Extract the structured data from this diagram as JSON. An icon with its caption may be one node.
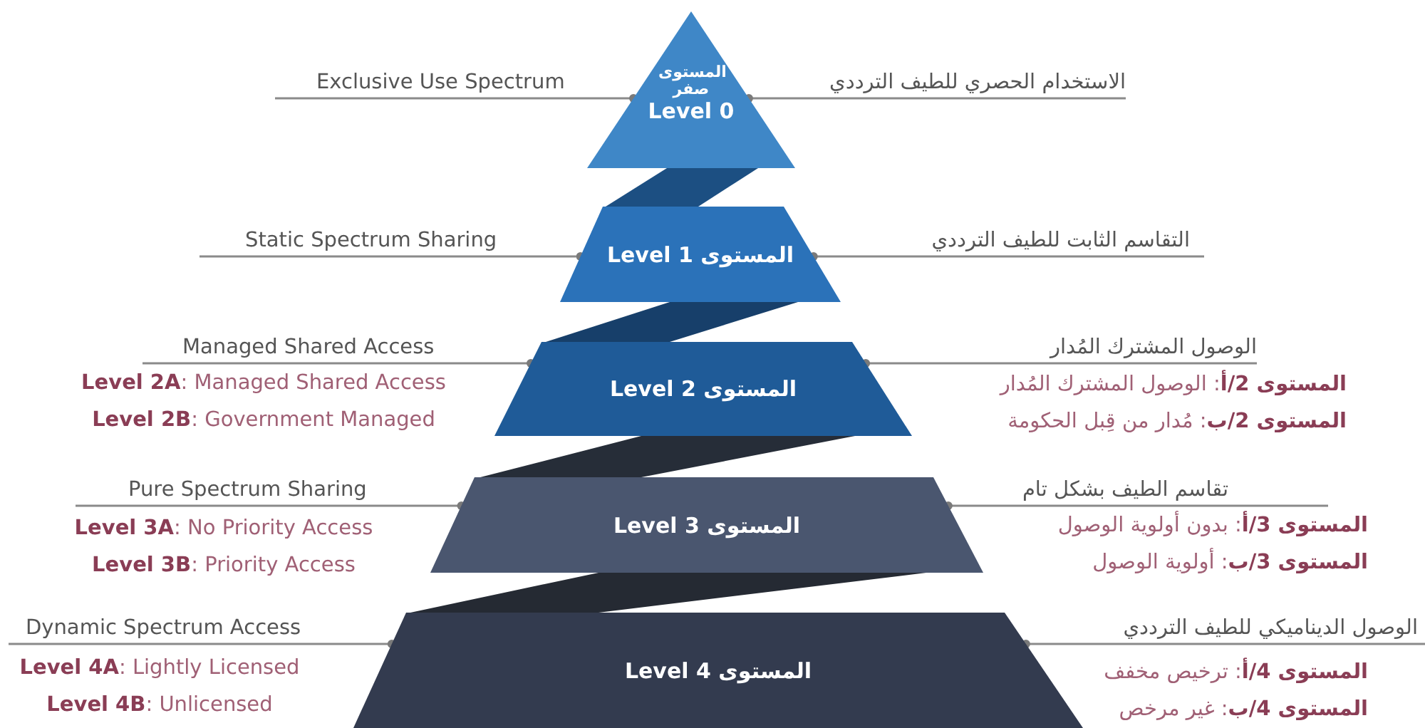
{
  "diagram": {
    "nodes": [
      {
        "text": [
          "المستوى صفر",
          "Level 0"
        ]
      },
      {
        "text": [
          "Level 1 المستوى"
        ]
      },
      {
        "text": [
          "Level 2 المستوى"
        ]
      },
      {
        "text": [
          "Level 3 المستوى"
        ]
      },
      {
        "text": [
          "Level 4 المستوى"
        ]
      },
      {
        "text": [
          "Exclusive Use Spectrum"
        ]
      },
      {
        "text": [
          "Static Spectrum Sharing"
        ]
      },
      {
        "text": [
          "Managed Shared Access"
        ],
        "beside": [
          "**Level 2A**: Managed Shared Access",
          "**Level 2B**: Government Managed"
        ]
      },
      {
        "text": [
          "Pure Spectrum Sharing"
        ],
        "beside": [
          "**Level 3A**: No Priority Access",
          "**Level 3B**: Priority Access"
        ]
      },
      {
        "text": [
          "Dynamic Spectrum Access"
        ],
        "beside": [
          "**Level 4A**: Lightly Licensed",
          "**Level 4B**: Unlicensed"
        ]
      },
      {
        "text": [
          "الاستخدام الحصري للطيف الترددي"
        ]
      },
      {
        "text": [
          "التقاسم الثابت للطيف الترددي"
        ]
      },
      {
        "text": [
          "الوصول المشترك المُدار"
        ],
        "beside": [
          "**المستوى 2/أ**: الوصول المشترك المُدار",
          "**المستوى 2/ب**: مُدار من قِبل الحكومة"
        ]
      },
      {
        "text": [
          "تقاسم الطيف بشكل تام"
        ],
        "beside": [
          "**المستوى 3/أ**: بدون أولوية الوصول",
          "**المستوى 3/ب**: أولوية الوصول"
        ]
      },
      {
        "text": [
          "الوصول الديناميكي للطيف الترددي"
        ],
        "beside": [
          "**المستوى 4/أ**: ترخيص مخفف",
          "**المستوى 4/ب**: غير مرخص"
        ]
      }
    ],
    "edges": [
      {
        "from": 5,
        "to": 0,
        "arrow": "other"
      },
      {
        "from": 6,
        "to": 1,
        "arrow": "other"
      },
      {
        "from": 7,
        "to": 2,
        "arrow": "other"
      },
      {
        "from": 8,
        "to": 3,
        "arrow": "other"
      },
      {
        "from": 9,
        "to": 4,
        "arrow": "other"
      },
      {
        "from": 10,
        "to": 0,
        "arrow": "other"
      },
      {
        "from": 11,
        "to": 1,
        "arrow": "other"
      },
      {
        "from": 12,
        "to": 2,
        "arrow": "other"
      },
      {
        "from": 13,
        "to": 3,
        "arrow": "other"
      },
      {
        "from": 14,
        "to": 4,
        "arrow": "other"
      }
    ]
  }
}
